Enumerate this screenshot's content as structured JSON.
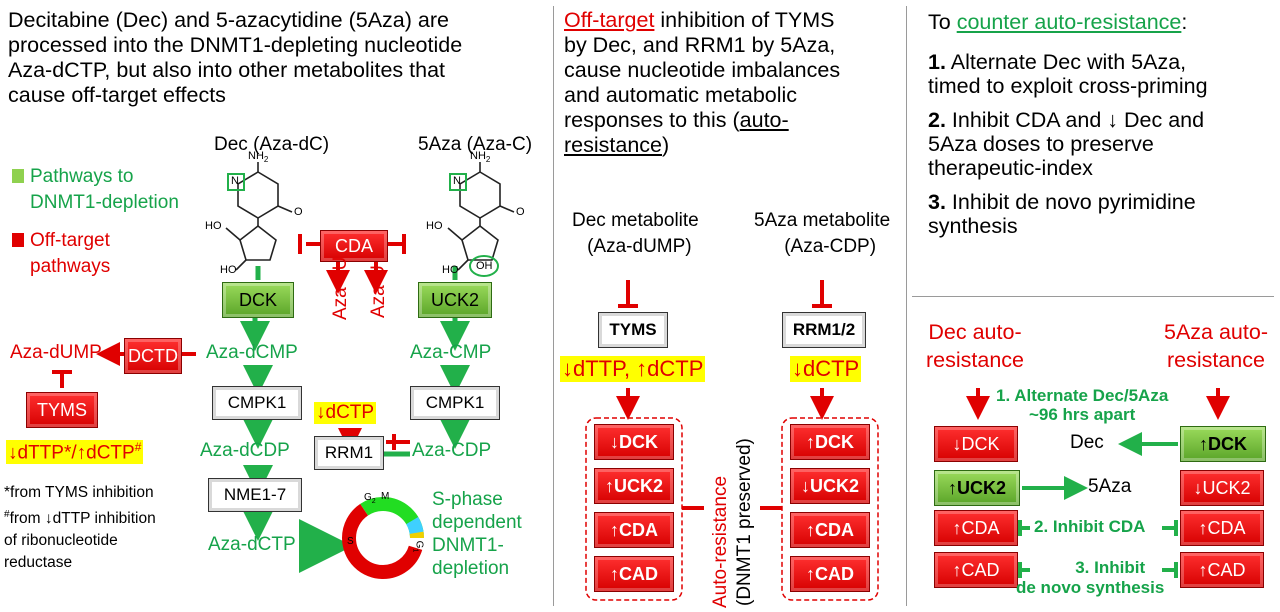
{
  "colors": {
    "green": "#16a34a",
    "red": "#e00000",
    "highlight": "#ffff00"
  },
  "panel1": {
    "intro_lines": [
      "Decitabine (Dec) and 5-azacytidine (5Aza) are",
      "processed into the DNMT1-depleting nucleotide",
      "Aza-dCTP, but also into other metabolites that",
      "cause off-target effects"
    ],
    "dec_title": "Dec (Aza-dC)",
    "aza_title": "5Aza (Aza-C)",
    "legend_green_1": "Pathways to",
    "legend_green_2": "DNMT1-depletion",
    "legend_red_1": "Off-target",
    "legend_red_2": "pathways",
    "molecule": {
      "nh2": "NH",
      "nh2_sub": "2",
      "n": "N",
      "o": "O",
      "ho": "HO",
      "oh": "OH"
    },
    "cda": "CDA",
    "aza_du": "Aza-dU",
    "aza_u": "Aza-U",
    "dck": "DCK",
    "uck2": "UCK2",
    "aza_dcmp": "Aza-dCMP",
    "aza_cmp": "Aza-CMP",
    "aza_dump": "Aza-dUMP",
    "dctd": "DCTD",
    "tyms": "TYMS",
    "cmpk1_left": "CMPK1",
    "cmpk1_right": "CMPK1",
    "dctp_down": "↓dCTP",
    "rrm1": "RRM1",
    "aza_dcdp": "Aza-dCDP",
    "aza_cdp": "Aza-CDP",
    "dttp_line": "↓dTTP*/↑dCTP",
    "dttp_sup": "#",
    "footnote_1": "*from TYMS inhibition",
    "footnote_2_sup": "#",
    "footnote_2": "from ↓dTTP inhibition",
    "footnote_3": "of ribonucleotide",
    "footnote_4": "reductase",
    "nme": "NME1-7",
    "aza_dctp": "Aza-dCTP",
    "cycle": {
      "g2": "G",
      "g2_sub": "2",
      "m": "M",
      "g1": "G",
      "g1_sub": "1",
      "s": "S"
    },
    "sphase_1": "S-phase",
    "sphase_2": "dependent",
    "sphase_3": "DNMT1-",
    "sphase_4": "depletion"
  },
  "panel2": {
    "offtarget_word": "Off-target",
    "text_1_rest": " inhibition of TYMS",
    "text_2": "by Dec, and RRM1 by 5Aza,",
    "text_3": "cause nucleotide imbalances",
    "text_4": "and automatic metabolic",
    "text_5_pre": "responses to this (",
    "text_5_ul": "auto-",
    "text_6_ul": "resistance",
    "text_6_post": ")",
    "dec_metab_1": "Dec metabolite",
    "dec_metab_2": "(Aza-dUMP)",
    "aza_metab_1": "5Aza metabolite",
    "aza_metab_2": "(Aza-CDP)",
    "tyms": "TYMS",
    "rrm12": "RRM1/2",
    "dttp_dctp": "↓dTTP, ↑dCTP",
    "dctp": "↓dCTP",
    "left_col": [
      "↓DCK",
      "↑UCK2",
      "↑CDA",
      "↑CAD"
    ],
    "right_col": [
      "↑DCK",
      "↓UCK2",
      "↑CDA",
      "↑CAD"
    ],
    "auto_res": "Auto-resistance",
    "dnmt1_pres": "(DNMT1 preserved)"
  },
  "panel3": {
    "heading_pre": "To ",
    "heading_link": "counter auto-resistance",
    "heading_post": ":",
    "item1_num": "1.",
    "item1_l1": " Alternate Dec with 5Aza,",
    "item1_l2": "timed to exploit cross-priming",
    "item2_num": "2.",
    "item2_l1": " Inhibit CDA and ↓ Dec and",
    "item2_l2": "5Aza doses to preserve",
    "item2_l3": "therapeutic-index",
    "item3_num": "3.",
    "item3_l1": " Inhibit de novo pyrimidine",
    "item3_l2": "synthesis",
    "dec_auto_1": "Dec auto-",
    "dec_auto_2": "resistance",
    "aza_auto_1": "5Aza auto-",
    "aza_auto_2": "resistance",
    "alt_1": "1. Alternate Dec/5Aza",
    "alt_2": "~96 hrs apart",
    "dec": "Dec",
    "aza": "5Aza",
    "left": [
      "↓DCK",
      "↑UCK2",
      "↑CDA",
      "↑CAD"
    ],
    "right": [
      "↑DCK",
      "↓UCK2",
      "↑CDA",
      "↑CAD"
    ],
    "inhibit_cda": "2. Inhibit CDA",
    "inhibit_3a": "3. Inhibit",
    "inhibit_3b": "de novo synthesis"
  }
}
